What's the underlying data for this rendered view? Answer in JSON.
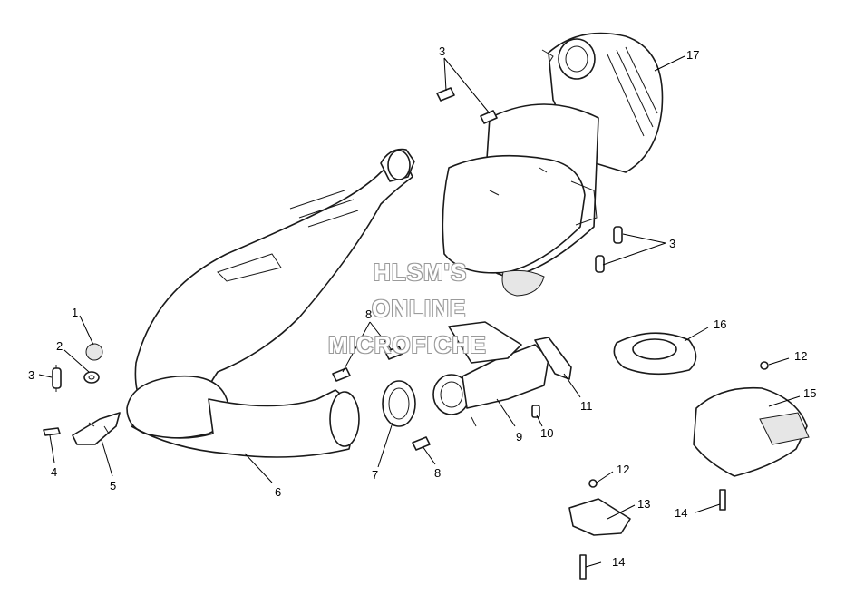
{
  "callouts": [
    {
      "id": "c1",
      "label": "1"
    },
    {
      "id": "c2",
      "label": "2"
    },
    {
      "id": "c3a",
      "label": "3"
    },
    {
      "id": "c3b",
      "label": "3"
    },
    {
      "id": "c3c",
      "label": "3"
    },
    {
      "id": "c4",
      "label": "4"
    },
    {
      "id": "c5",
      "label": "5"
    },
    {
      "id": "c6",
      "label": "6"
    },
    {
      "id": "c7",
      "label": "7"
    },
    {
      "id": "c8a",
      "label": "8"
    },
    {
      "id": "c8b",
      "label": "8"
    },
    {
      "id": "c9",
      "label": "9"
    },
    {
      "id": "c10",
      "label": "10"
    },
    {
      "id": "c11",
      "label": "11"
    },
    {
      "id": "c12a",
      "label": "12"
    },
    {
      "id": "c12b",
      "label": "12"
    },
    {
      "id": "c13",
      "label": "13"
    },
    {
      "id": "c14a",
      "label": "14"
    },
    {
      "id": "c14b",
      "label": "14"
    },
    {
      "id": "c15",
      "label": "15"
    },
    {
      "id": "c16",
      "label": "16"
    },
    {
      "id": "c17",
      "label": "17"
    }
  ],
  "watermark": {
    "line1": "HLSM'S",
    "line2": "ONLINE",
    "line3": "MICROFICHE"
  }
}
